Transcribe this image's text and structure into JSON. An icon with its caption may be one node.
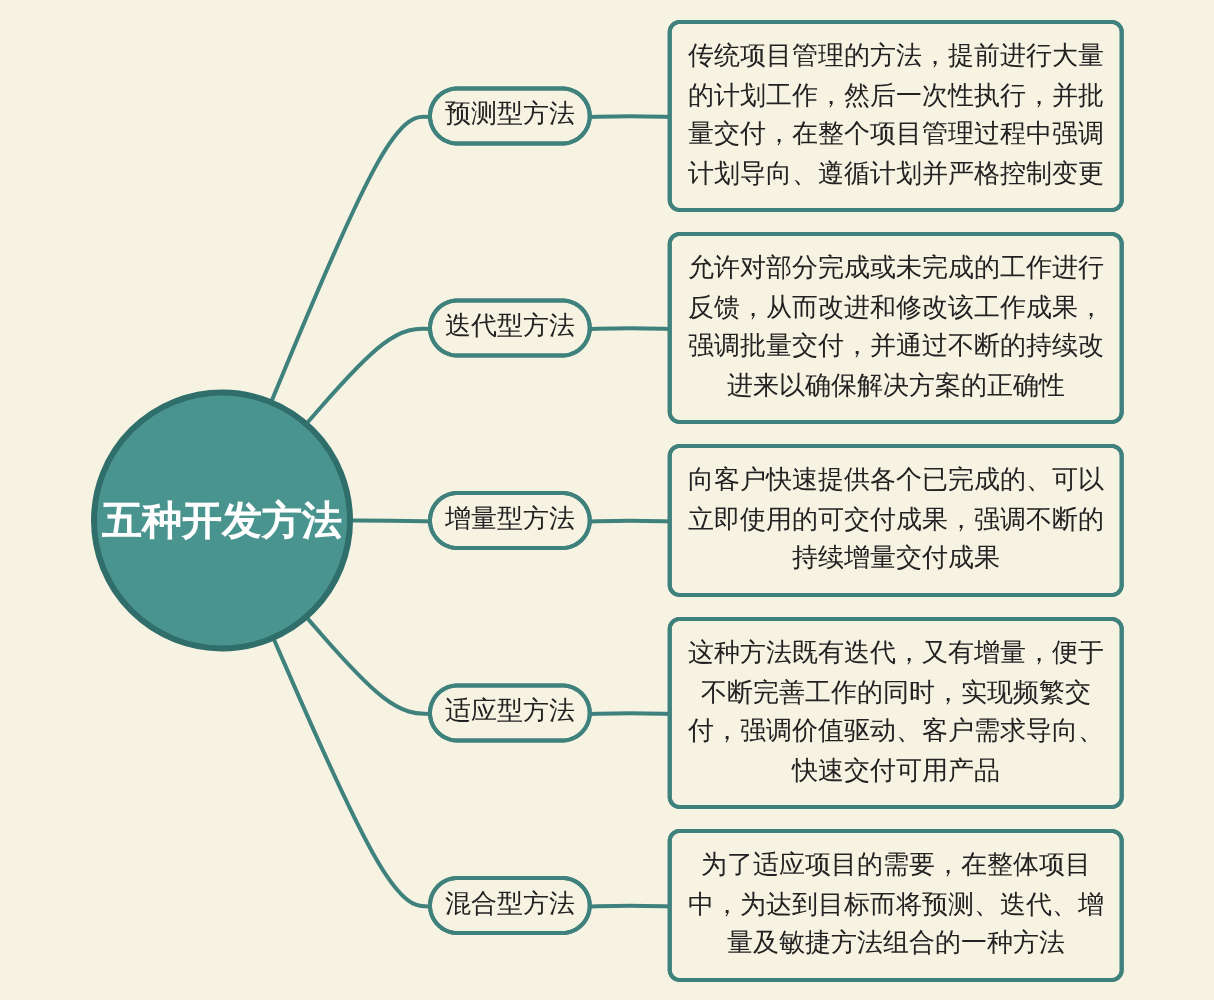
{
  "diagram": {
    "nodes": [
      {
        "text": [
          "五种开发方法"
        ]
      },
      {
        "text": [
          "预测型方法"
        ]
      },
      {
        "text": [
          "传统项目管理的方法，提前进行大量的计划工作，然后一次性执行，并批量交付，在整个项目管理过程中强调计划导向、遵循计划并严格控制变更"
        ]
      },
      {
        "text": [
          "迭代型方法"
        ]
      },
      {
        "text": [
          "允许对部分完成或未完成的工作进行反馈，从而改进和修改该工作成果，强调批量交付，并通过不断的持续改进来以确保解决方案的正确性"
        ]
      },
      {
        "text": [
          "增量型方法"
        ]
      },
      {
        "text": [
          "向客户快速提供各个已完成的、可以立即使用的可交付成果，强调不断的持续增量交付成果"
        ]
      },
      {
        "text": [
          "适应型方法"
        ]
      },
      {
        "text": [
          "这种方法既有迭代，又有增量，便于不断完善工作的同时，实现频繁交付，强调价值驱动、客户需求导向、快速交付可用产品"
        ]
      },
      {
        "text": [
          "混合型方法"
        ]
      },
      {
        "text": [
          "为了适应项目的需要，在整体项目中，为达到目标而将预测、迭代、增量及敏捷方法组合的一种方法"
        ]
      }
    ],
    "edges": [
      {
        "from": 0,
        "to": 1,
        "arrow": "none"
      },
      {
        "from": 0,
        "to": 3,
        "arrow": "none"
      },
      {
        "from": 0,
        "to": 5,
        "arrow": "none"
      },
      {
        "from": 0,
        "to": 7,
        "arrow": "none"
      },
      {
        "from": 0,
        "to": 9,
        "arrow": "none"
      },
      {
        "from": 1,
        "to": 2,
        "arrow": "none"
      },
      {
        "from": 3,
        "to": 4,
        "arrow": "none"
      },
      {
        "from": 5,
        "to": 6,
        "arrow": "none"
      },
      {
        "from": 7,
        "to": 8,
        "arrow": "none"
      },
      {
        "from": 9,
        "to": 10,
        "arrow": "none"
      }
    ]
  }
}
